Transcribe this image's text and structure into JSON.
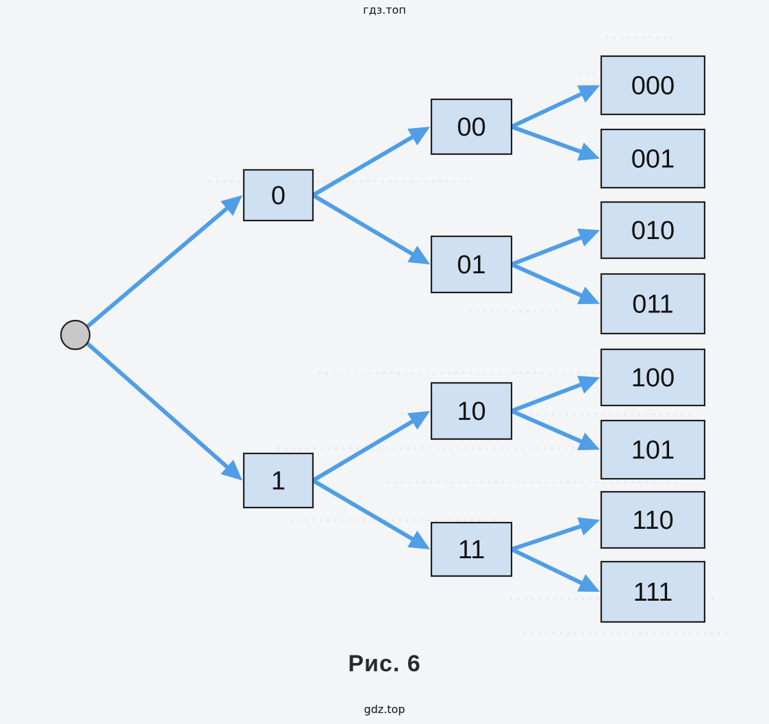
{
  "watermark_top": "гдз.топ",
  "watermark_bottom": "gdz.top",
  "caption": "Рис.  6",
  "colors": {
    "arrow": "#4f9ee6",
    "node_fill": "#cfe0f2",
    "node_border": "#1f1f1f",
    "root_fill": "#c8c8c8"
  },
  "tree": {
    "nodes": [
      {
        "id": "root",
        "label": ""
      },
      {
        "id": "0",
        "label": "0",
        "parent": "root"
      },
      {
        "id": "1",
        "label": "1",
        "parent": "root"
      },
      {
        "id": "00",
        "label": "00",
        "parent": "0"
      },
      {
        "id": "01",
        "label": "01",
        "parent": "0"
      },
      {
        "id": "10",
        "label": "10",
        "parent": "1"
      },
      {
        "id": "11",
        "label": "11",
        "parent": "1"
      },
      {
        "id": "000",
        "label": "000",
        "parent": "00"
      },
      {
        "id": "001",
        "label": "001",
        "parent": "00"
      },
      {
        "id": "010",
        "label": "010",
        "parent": "01"
      },
      {
        "id": "011",
        "label": "011",
        "parent": "01"
      },
      {
        "id": "100",
        "label": "100",
        "parent": "10"
      },
      {
        "id": "101",
        "label": "101",
        "parent": "10"
      },
      {
        "id": "110",
        "label": "110",
        "parent": "11"
      },
      {
        "id": "111",
        "label": "111",
        "parent": "11"
      }
    ]
  }
}
